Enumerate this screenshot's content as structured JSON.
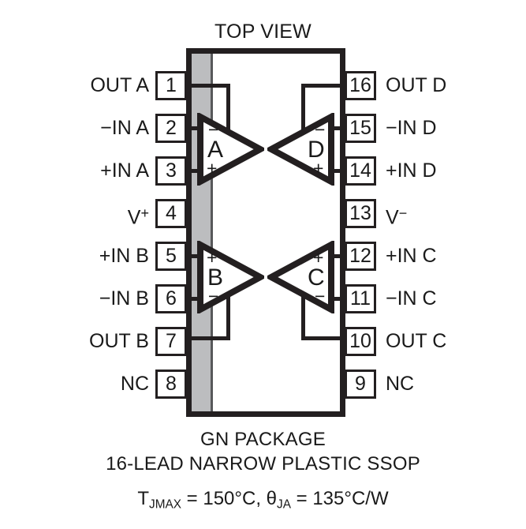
{
  "diagram": {
    "title": "TOP VIEW",
    "package_caption_line1": "GN PACKAGE",
    "package_caption_line2": "16-LEAD NARROW PLASTIC SSOP",
    "thermal": {
      "tjmax_symbol": "T",
      "tjmax_sub": "JMAX",
      "tjmax_value": " = 150°C, ",
      "theta_symbol": "θ",
      "theta_sub": "JA",
      "theta_value": " = 135°C/W"
    },
    "colors": {
      "outline": "#231f20",
      "pin1_band": "#bcbdbf",
      "text": "#1a1a1a",
      "background": "#ffffff"
    }
  },
  "pins": {
    "left": [
      {
        "number": "1",
        "label": "OUT A"
      },
      {
        "number": "2",
        "label": "−IN A"
      },
      {
        "number": "3",
        "label": "+IN A"
      },
      {
        "number": "4",
        "label": "V",
        "sup": "+"
      },
      {
        "number": "5",
        "label": "+IN B"
      },
      {
        "number": "6",
        "label": "−IN B"
      },
      {
        "number": "7",
        "label": "OUT B"
      },
      {
        "number": "8",
        "label": "NC"
      }
    ],
    "right": [
      {
        "number": "16",
        "label": "OUT D"
      },
      {
        "number": "15",
        "label": "−IN D"
      },
      {
        "number": "14",
        "label": "+IN D"
      },
      {
        "number": "13",
        "label": "V",
        "sup": "−"
      },
      {
        "number": "12",
        "label": "+IN C"
      },
      {
        "number": "11",
        "label": "−IN C"
      },
      {
        "number": "10",
        "label": "OUT C"
      },
      {
        "number": "9",
        "label": "NC"
      }
    ]
  },
  "amplifiers": [
    {
      "id": "A",
      "label": "A",
      "top_sign": "−",
      "bottom_sign": "+",
      "orientation": "right"
    },
    {
      "id": "D",
      "label": "D",
      "top_sign": "−",
      "bottom_sign": "+",
      "orientation": "left"
    },
    {
      "id": "B",
      "label": "B",
      "top_sign": "+",
      "bottom_sign": "−",
      "orientation": "right"
    },
    {
      "id": "C",
      "label": "C",
      "top_sign": "+",
      "bottom_sign": "−",
      "orientation": "left"
    }
  ]
}
